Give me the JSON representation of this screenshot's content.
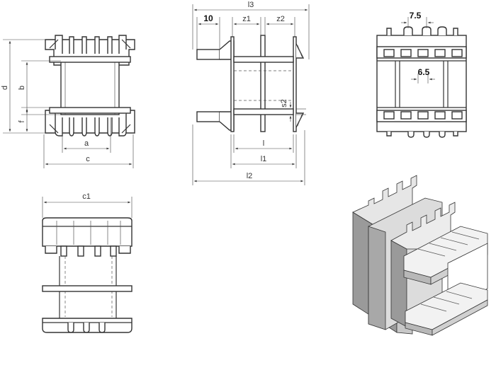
{
  "drawing": {
    "dimension_labels": {
      "d": "d",
      "b": "b",
      "f": "f",
      "a": "a",
      "c": "c",
      "l3": "l3",
      "dim_10": "10",
      "z1": "z1",
      "z2": "z2",
      "s2": "s2",
      "l": "l",
      "l1": "l1",
      "l2": "l2",
      "pitch_top": "7.5",
      "pitch_mid": "6.5",
      "c1": "c1"
    },
    "colors": {
      "line": "#333333",
      "background": "#ffffff",
      "iso_light": "#e6e6e6",
      "iso_mid": "#c8c8c8",
      "iso_dark": "#9a9a9a"
    }
  }
}
